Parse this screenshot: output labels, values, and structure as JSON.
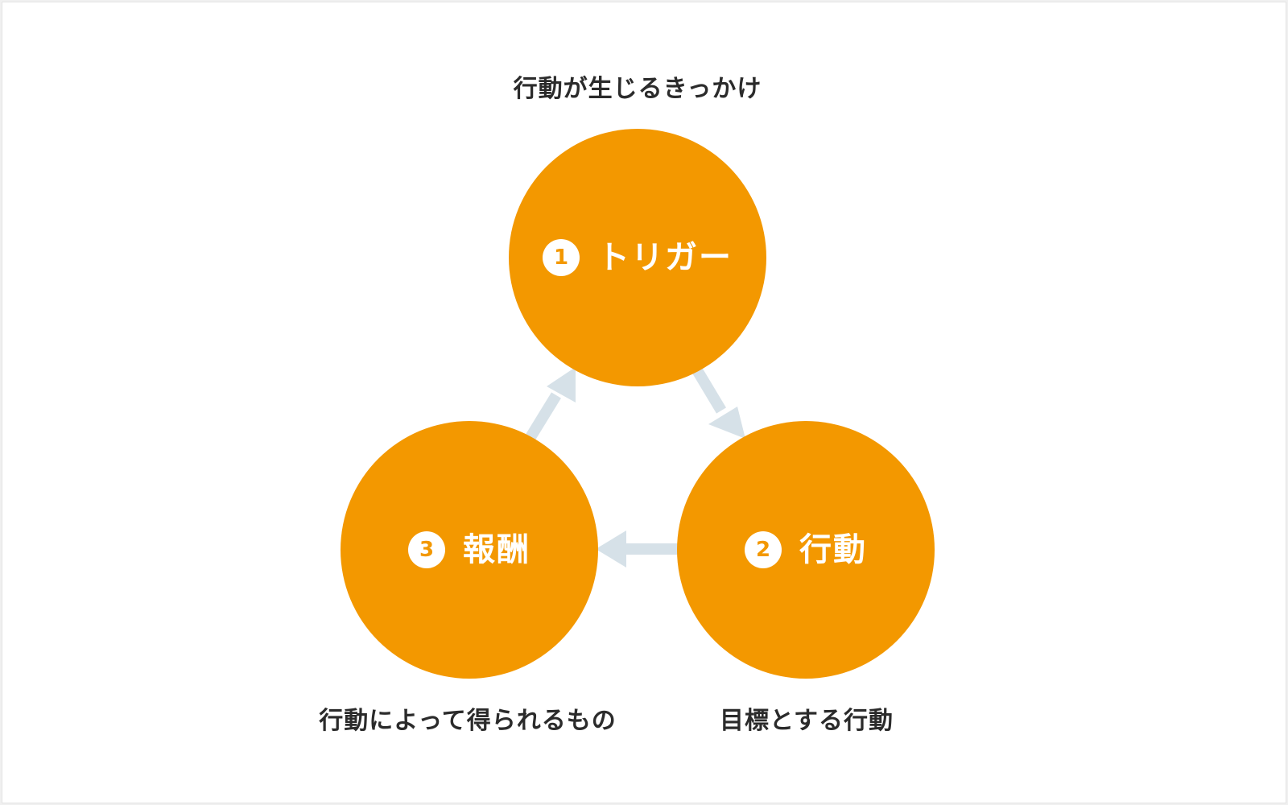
{
  "colors": {
    "node_fill": "#f39800",
    "arrow": "#d6e1e8",
    "text": "#2b2b2b",
    "badge_fill": "#ffffff",
    "node_text": "#ffffff"
  },
  "nodes": [
    {
      "number": "1",
      "label": "トリガー",
      "caption": "行動が生じるきっかけ"
    },
    {
      "number": "2",
      "label": "行動",
      "caption": "目標とする行動"
    },
    {
      "number": "3",
      "label": "報酬",
      "caption": "行動によって得られるもの"
    }
  ],
  "edges": [
    {
      "from": "1",
      "to": "2"
    },
    {
      "from": "2",
      "to": "3"
    },
    {
      "from": "3",
      "to": "1"
    }
  ]
}
